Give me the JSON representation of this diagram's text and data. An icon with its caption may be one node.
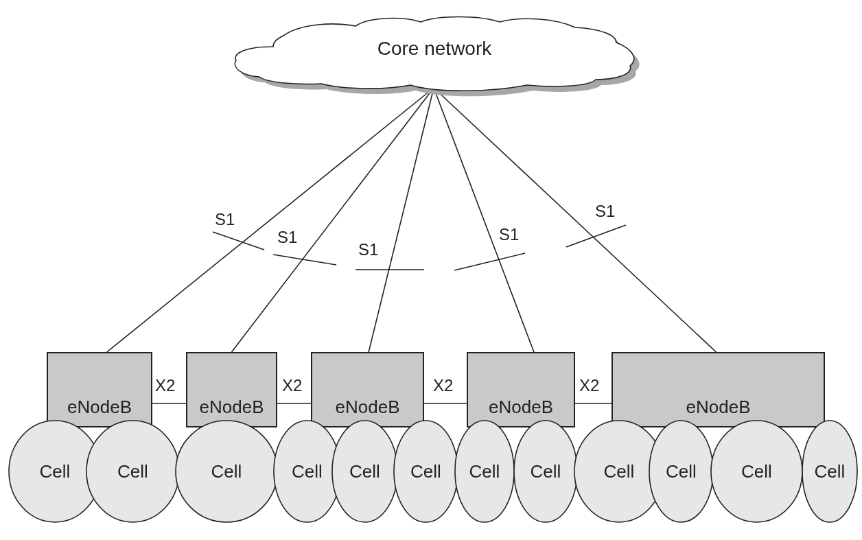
{
  "diagram": {
    "nodes": [
      {
        "text": [
          "Core network"
        ]
      },
      {
        "text": [
          "eNodeB"
        ]
      },
      {
        "text": [
          "eNodeB"
        ]
      },
      {
        "text": [
          "eNodeB"
        ]
      },
      {
        "text": [
          "eNodeB"
        ]
      },
      {
        "text": [
          "eNodeB"
        ]
      },
      {
        "text": [
          "Cell"
        ]
      },
      {
        "text": [
          "Cell"
        ]
      },
      {
        "text": [
          "Cell"
        ]
      },
      {
        "text": [
          "Cell"
        ]
      },
      {
        "text": [
          "Cell"
        ]
      },
      {
        "text": [
          "Cell"
        ]
      },
      {
        "text": [
          "Cell"
        ]
      },
      {
        "text": [
          "Cell"
        ]
      },
      {
        "text": [
          "Cell"
        ]
      },
      {
        "text": [
          "Cell"
        ]
      },
      {
        "text": [
          "Cell"
        ]
      },
      {
        "text": [
          "Cell"
        ]
      }
    ],
    "edges": [
      {
        "from": 0,
        "to": 1,
        "arrow": "none",
        "label": "S1"
      },
      {
        "from": 0,
        "to": 2,
        "arrow": "none",
        "label": "S1"
      },
      {
        "from": 0,
        "to": 3,
        "arrow": "none",
        "label": "S1"
      },
      {
        "from": 0,
        "to": 4,
        "arrow": "none",
        "label": "S1"
      },
      {
        "from": 0,
        "to": 5,
        "arrow": "none",
        "label": "S1"
      },
      {
        "from": 1,
        "to": 2,
        "arrow": "none",
        "label": "X2"
      },
      {
        "from": 2,
        "to": 3,
        "arrow": "none",
        "label": "X2"
      },
      {
        "from": 3,
        "to": 4,
        "arrow": "none",
        "label": "X2"
      },
      {
        "from": 4,
        "to": 5,
        "arrow": "none",
        "label": "X2"
      }
    ]
  }
}
